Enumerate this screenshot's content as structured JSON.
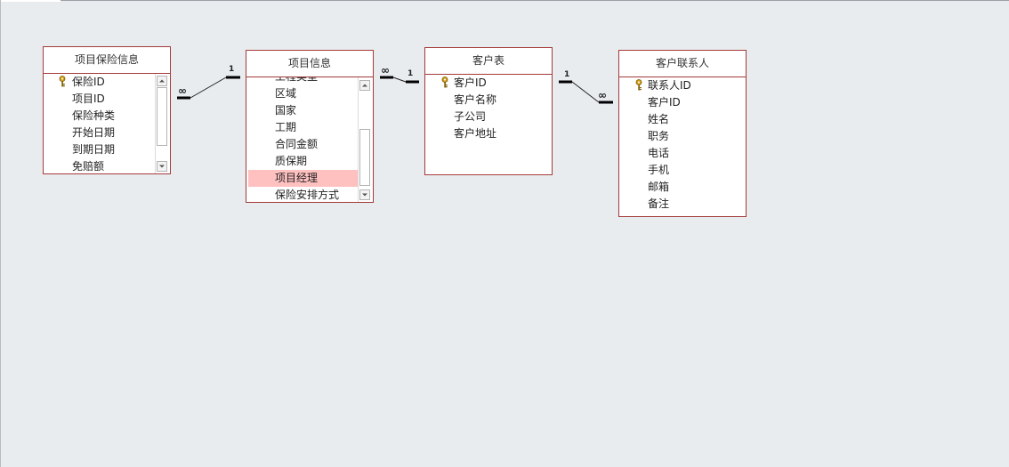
{
  "tables": [
    {
      "title": "项目保险信息",
      "fields": [
        "保险ID",
        "项目ID",
        "保险种类",
        "开始日期",
        "到期日期",
        "免赔额"
      ]
    },
    {
      "title": "项目信息",
      "fields": [
        "工程类型",
        "区域",
        "国家",
        "工期",
        "合同金额",
        "质保期",
        "项目经理",
        "保险安排方式"
      ]
    },
    {
      "title": "客户表",
      "fields": [
        "客户ID",
        "客户名称",
        "子公司",
        "客户地址"
      ]
    },
    {
      "title": "客户联系人",
      "fields": [
        "联系人ID",
        "客户ID",
        "姓名",
        "职务",
        "电话",
        "手机",
        "邮箱",
        "备注"
      ]
    }
  ],
  "relationships": [
    {
      "one_label": "1",
      "many_label": "∞"
    },
    {
      "one_label": "1",
      "many_label": "∞"
    },
    {
      "one_label": "1",
      "many_label": "∞"
    }
  ],
  "colors": {
    "background": "#e9ecef",
    "table_border": "#a33a3a",
    "selected_row": "#ffc0c0",
    "key_icon": "#d4a017"
  },
  "icons": [
    "primary-key-icon",
    "scroll-up-icon",
    "scroll-down-icon"
  ]
}
